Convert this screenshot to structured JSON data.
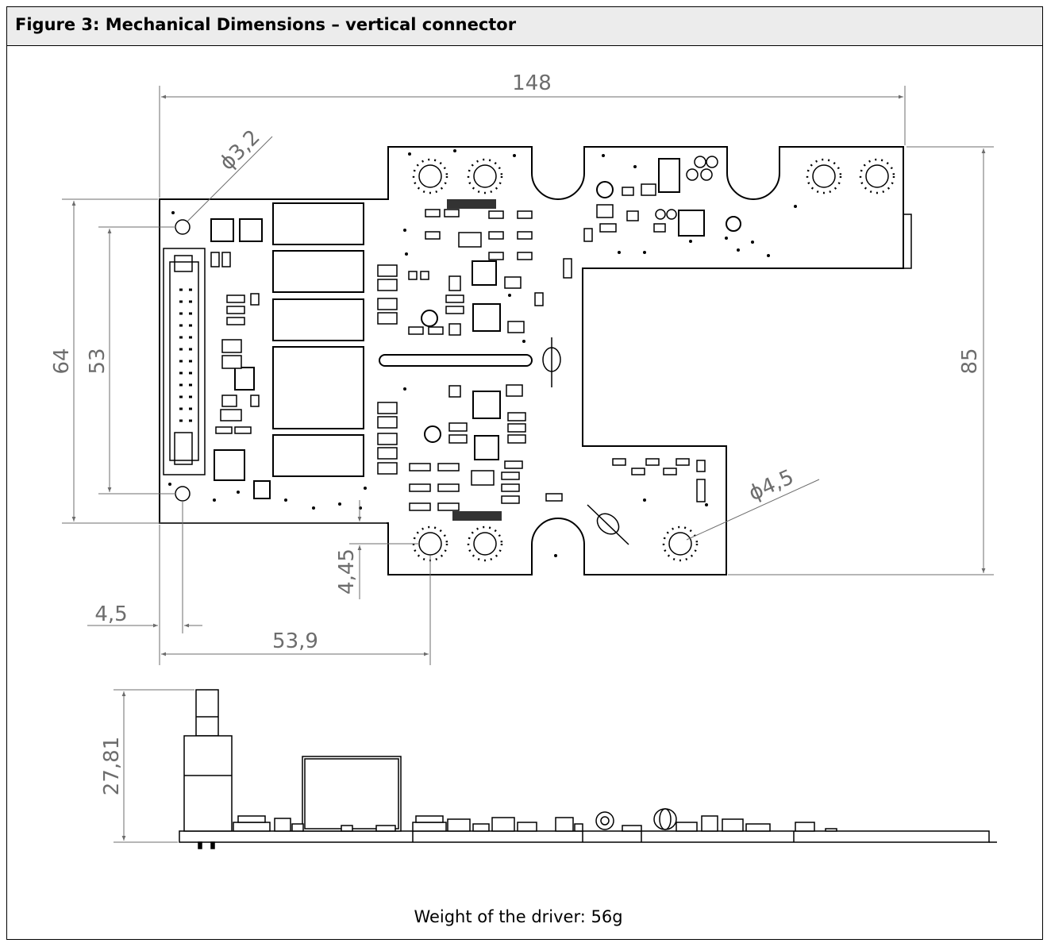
{
  "figure": {
    "title": "Figure 3: Mechanical Dimensions – vertical connector"
  },
  "dimensions": {
    "width_total": "148",
    "hole_small_diameter": "ϕ3,2",
    "height_left_outer": "64",
    "height_left_inner": "53",
    "height_right": "85",
    "hole_large_diameter": "ϕ4,5",
    "offset_vertical": "4,45",
    "offset_horizontal_hole": "4,5",
    "offset_horizontal_mount": "53,9",
    "side_height": "27,81"
  },
  "caption": {
    "weight_text": "Weight of the driver: 56g"
  },
  "colors": {
    "dimension_line": "#6d6d6d",
    "outline": "#000000",
    "title_background": "#ececec"
  }
}
